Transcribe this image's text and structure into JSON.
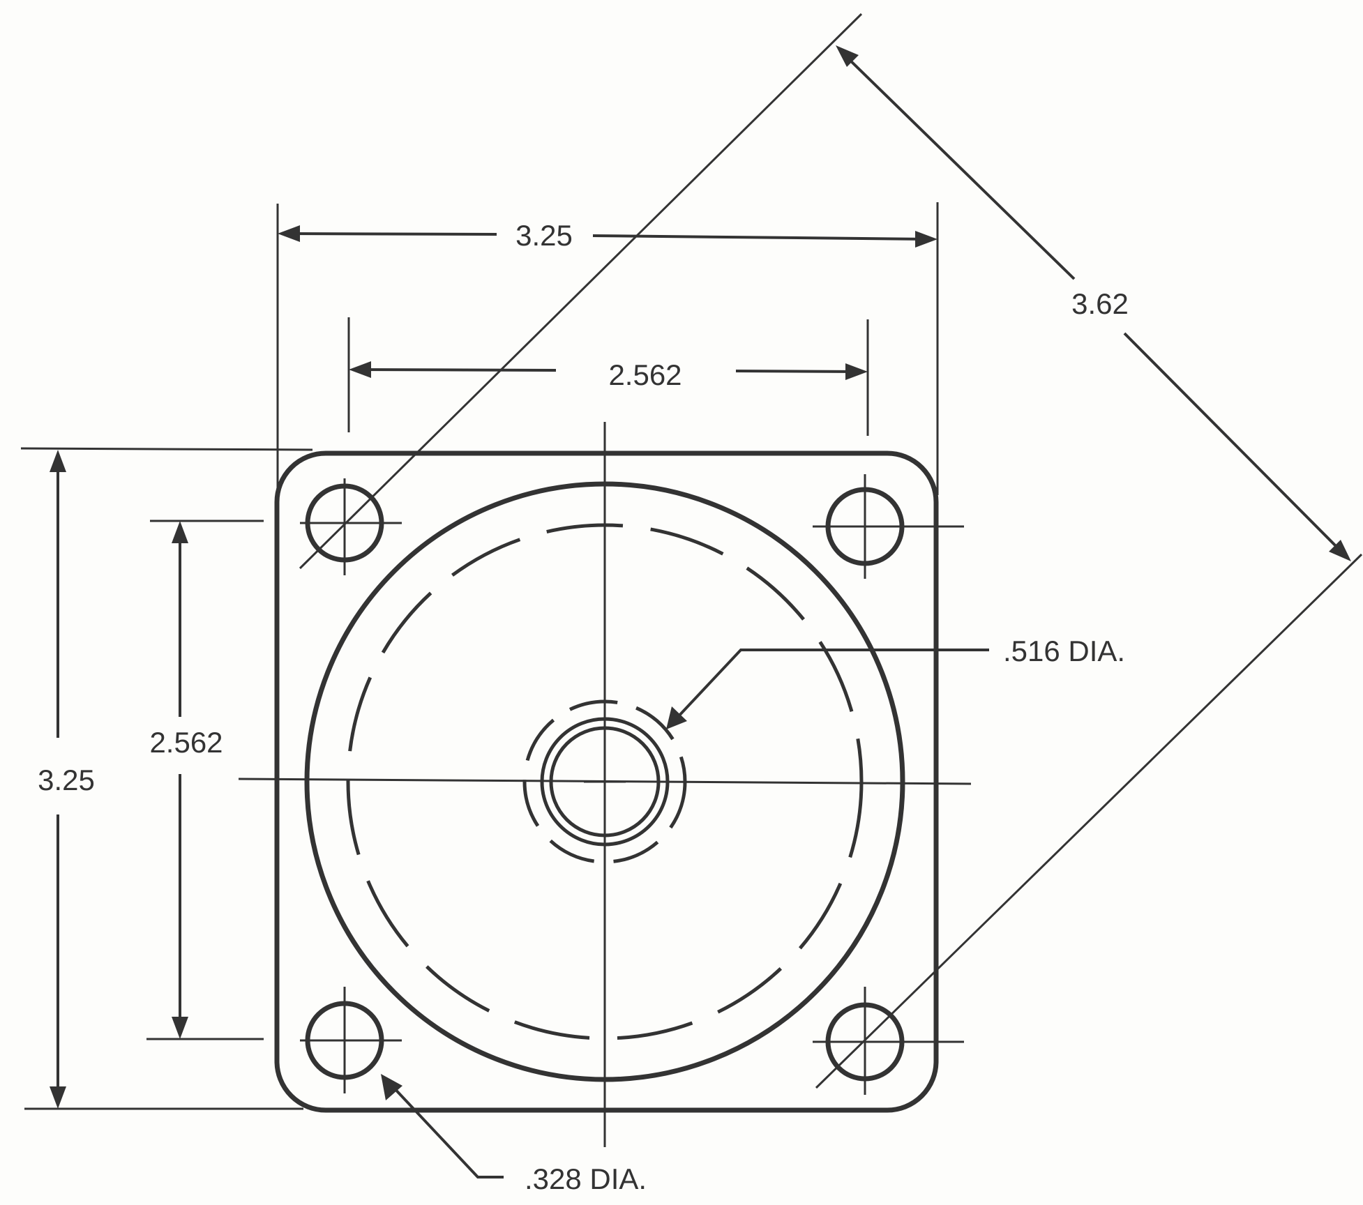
{
  "dimensions": {
    "top_overall": "3.25",
    "top_bolt_spacing": "2.562",
    "left_overall": "3.25",
    "left_bolt_spacing": "2.562",
    "diagonal": "3.62",
    "shaft_dia": ".516 DIA.",
    "hole_dia": ".328 DIA."
  },
  "colors": {
    "line": "#333333",
    "background": "#fdfdfb"
  }
}
